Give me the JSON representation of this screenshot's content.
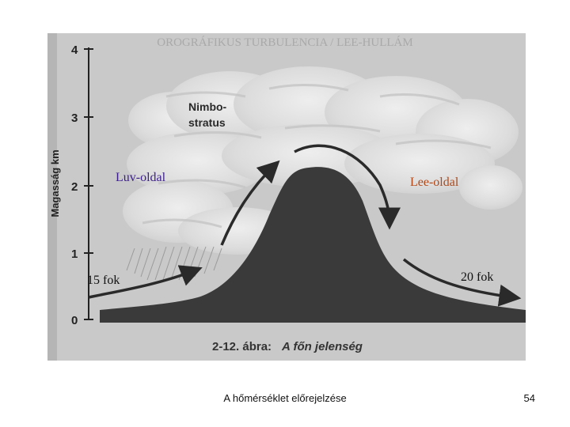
{
  "figure": {
    "axis": {
      "ylabel": "Magasság km",
      "ticks": [
        "0",
        "1",
        "2",
        "3",
        "4"
      ]
    },
    "cloud_label_line1": "Nimbo-",
    "cloud_label_line2": "stratus",
    "caption_prefix": "2-12. ábra:",
    "caption_text": "A főn jelenség",
    "header_faint": "OROGRÁFIKUS TURBULENCIA / LEE-HULLÁM"
  },
  "labels": {
    "luv": "Luv-oldal",
    "lee": "Lee-oldal",
    "temp_left": "15 fok",
    "temp_right": "20 fok"
  },
  "footer": {
    "title": "A hőmérséklet előrejelzése",
    "page_number": "54"
  },
  "colors": {
    "figure_bg": "#c8c8c8",
    "mountain": "#3a3a3a",
    "luv_text": "#3c1e8c",
    "lee_text": "#b04818"
  }
}
